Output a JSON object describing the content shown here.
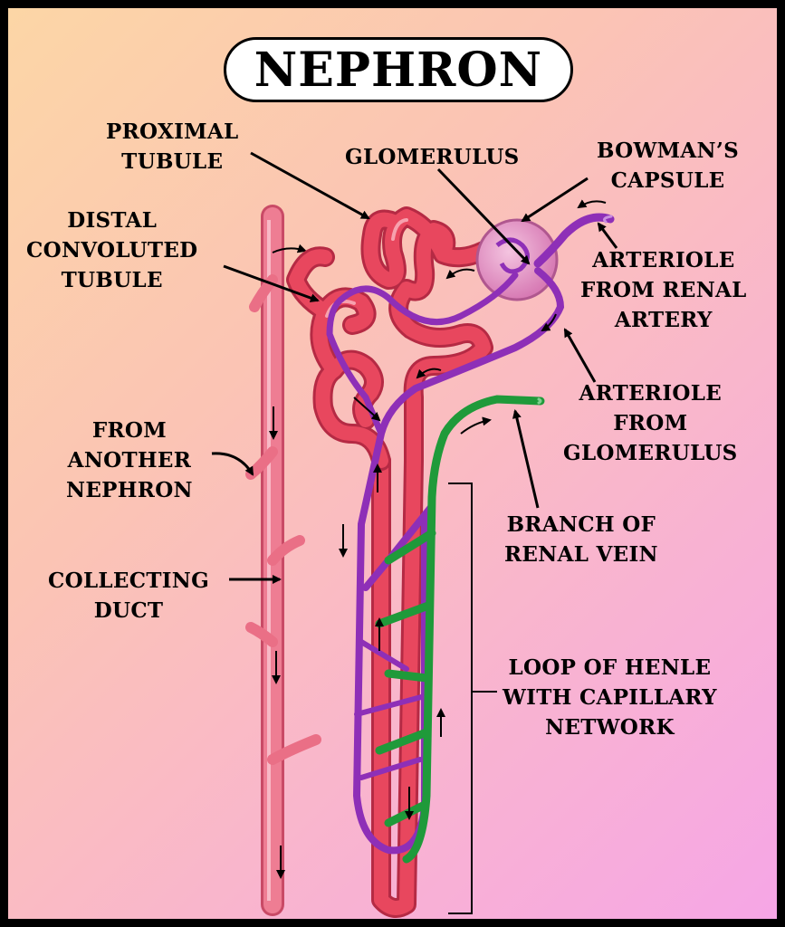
{
  "title": "NEPHRON",
  "labels": {
    "proximal_tubule": [
      "PROXIMAL",
      "TUBULE"
    ],
    "glomerulus": [
      "GLOMERULUS"
    ],
    "bowmans_capsule": [
      "BOWMAN’S",
      "CAPSULE"
    ],
    "distal_convoluted_tubule": [
      "DISTAL",
      "CONVOLUTED",
      "TUBULE"
    ],
    "arteriole_from_renal_artery": [
      "ARTERIOLE",
      "FROM RENAL",
      "ARTERY"
    ],
    "arteriole_from_glomerulus": [
      "ARTERIOLE",
      "FROM",
      "GLOMERULUS"
    ],
    "from_another_nephron": [
      "FROM",
      "ANOTHER",
      "NEPHRON"
    ],
    "branch_of_renal_vein": [
      "BRANCH OF",
      "RENAL VEIN"
    ],
    "collecting_duct": [
      "COLLECTING",
      "DUCT"
    ],
    "loop_of_henle": [
      "LOOP OF HENLE",
      "WITH CAPILLARY",
      "NETWORK"
    ]
  },
  "colors": {
    "tubule": "#e8475e",
    "tubule_dark": "#b52a44",
    "duct": "#ea6f86",
    "arteriole": "#9c3fc4",
    "vein": "#1f9a3a",
    "capsule": "#e79ac7"
  }
}
